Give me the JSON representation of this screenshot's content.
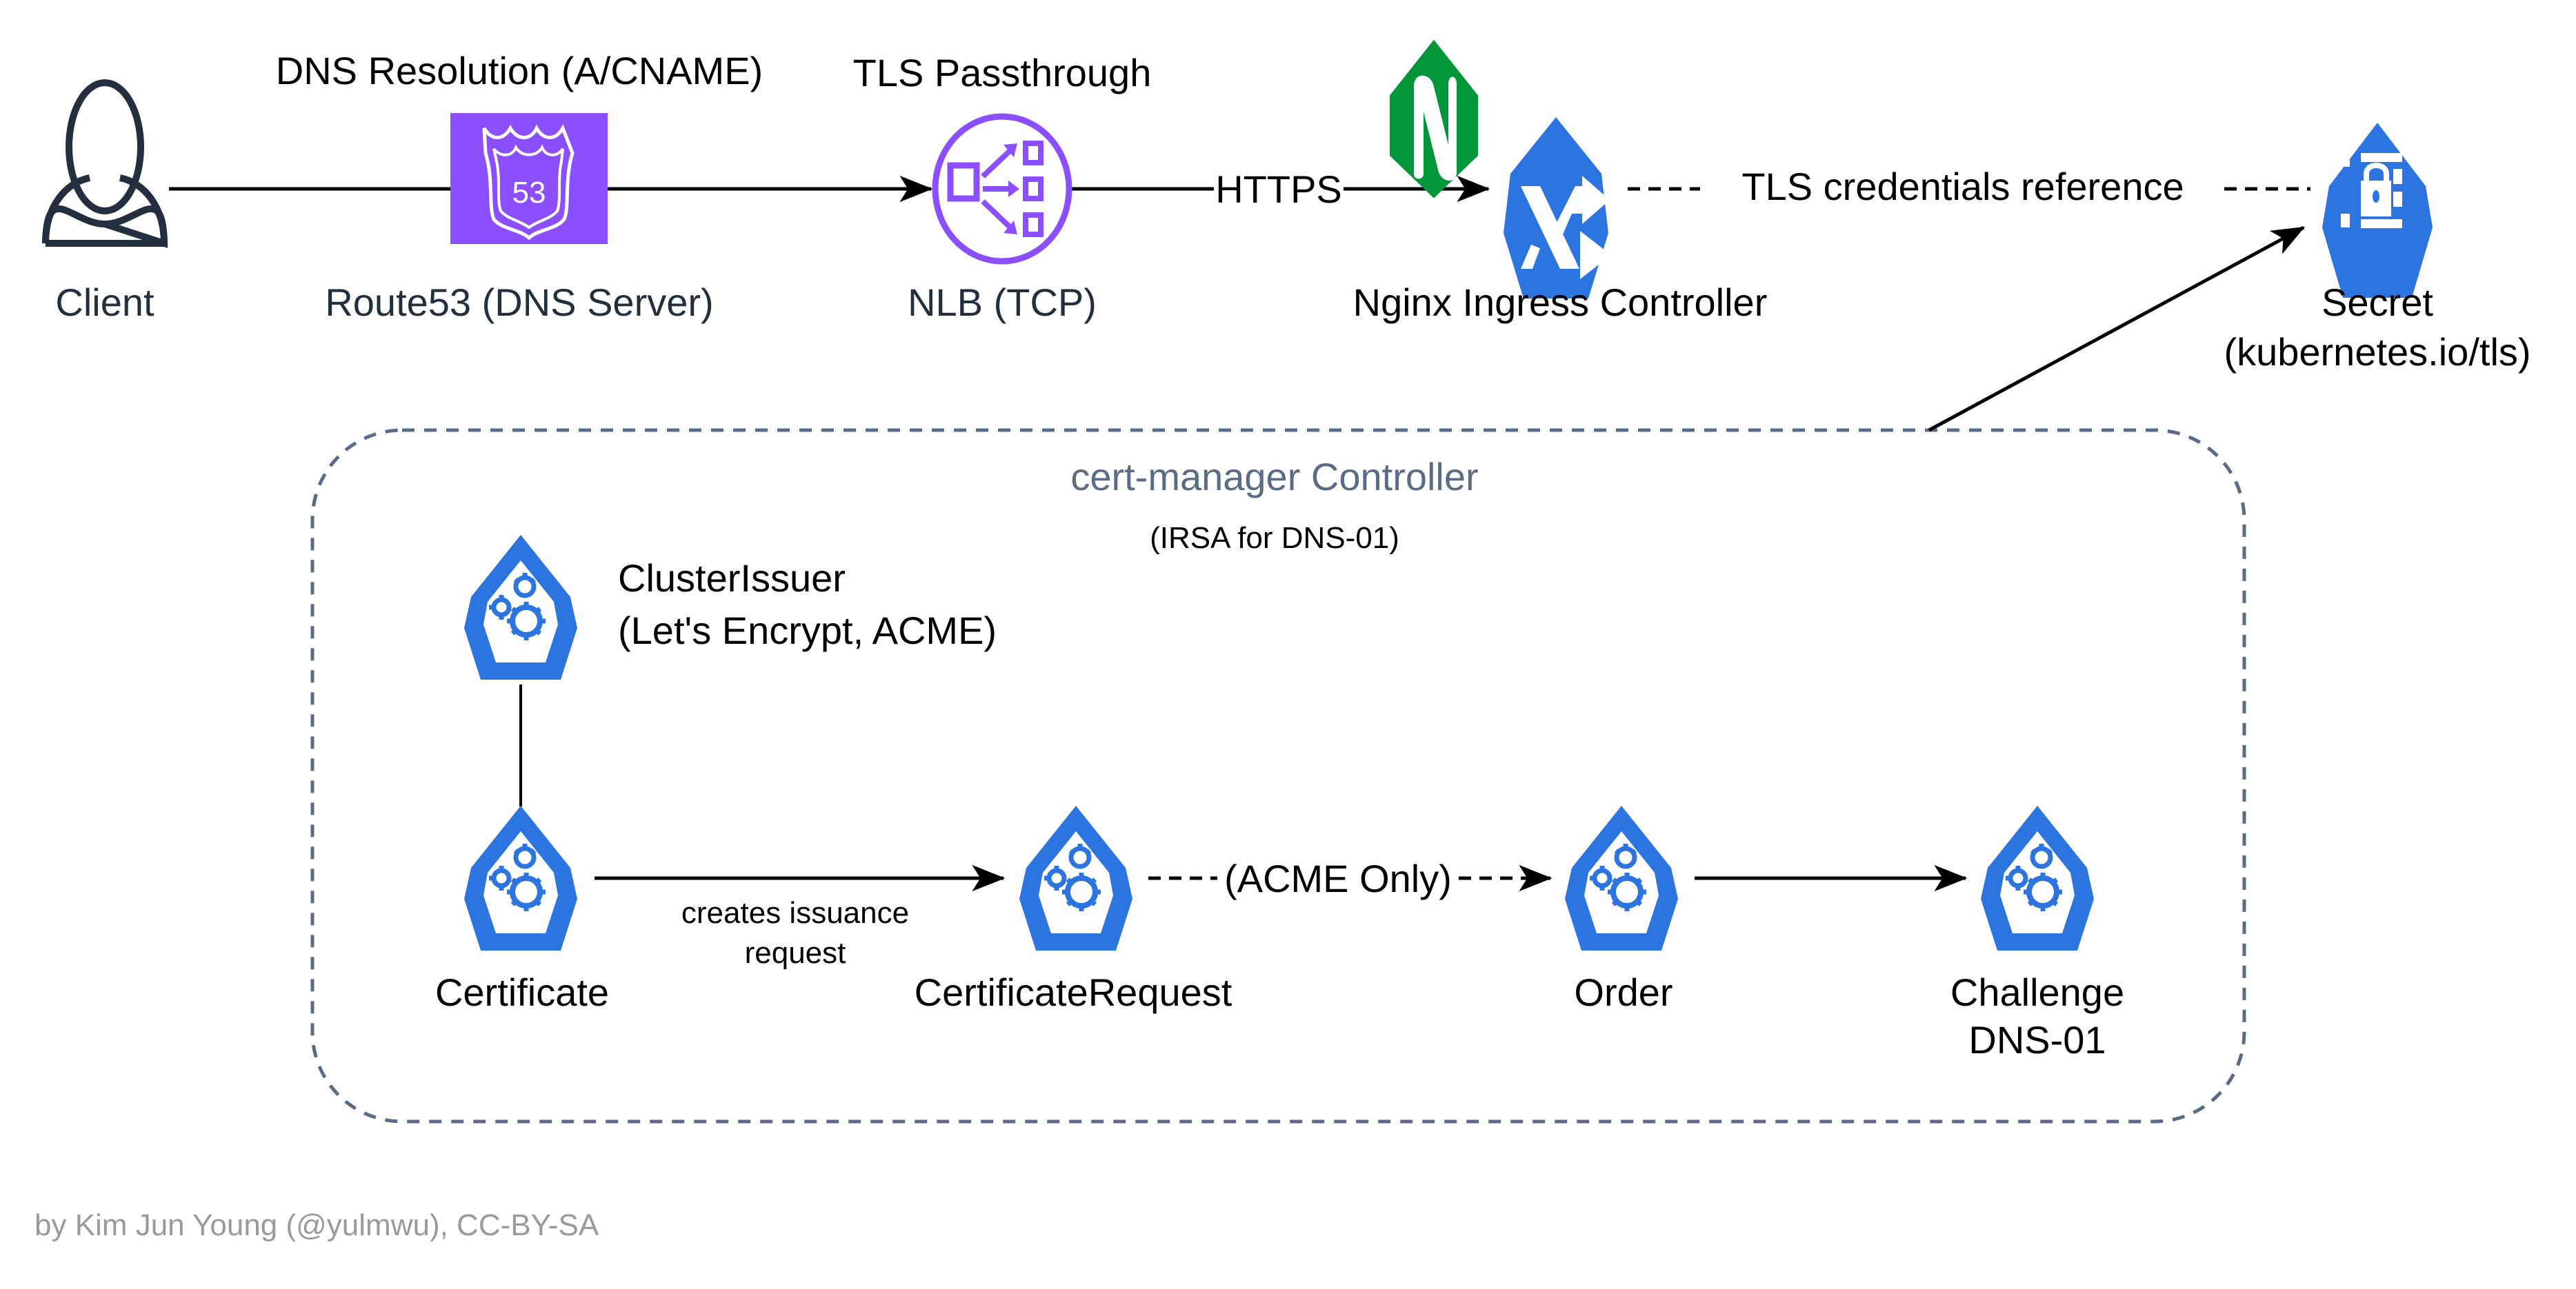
{
  "diagram": {
    "colors": {
      "aws_purple": "#8c4fff",
      "k8s_blue": "#2c74e0",
      "nginx_green": "#009639",
      "client_dark": "#232f3e",
      "group_border": "#5a6b86",
      "footer_gray": "#9a9a9a"
    },
    "nodes": {
      "client": {
        "label": "Client",
        "icon": "user-icon"
      },
      "route53": {
        "label": "Route53 (DNS Server)",
        "icon": "route53-shield-icon",
        "badge": "53",
        "top_label": "DNS Resolution (A/CNAME)"
      },
      "nlb": {
        "label": "NLB (TCP)",
        "icon": "load-balancer-icon",
        "top_label": "TLS Passthrough"
      },
      "nginx": {
        "label": "Nginx Ingress Controller",
        "icon": "ingress-icon",
        "brand_icon": "nginx-logo-icon",
        "brand_letter": "N"
      },
      "secret": {
        "label_line1": "Secret",
        "label_line2": "(kubernetes.io/tls)",
        "icon": "secret-lock-icon"
      },
      "cluster_issuer": {
        "label_line1": "ClusterIssuer",
        "label_line2": "(Let's Encrypt, ACME)",
        "icon": "crd-gears-icon"
      },
      "certificate": {
        "label": "Certificate",
        "icon": "crd-gears-icon"
      },
      "certificate_request": {
        "label": "CertificateRequest",
        "icon": "crd-gears-icon"
      },
      "order": {
        "label": "Order",
        "icon": "crd-gears-icon"
      },
      "challenge": {
        "label_line1": "Challenge",
        "label_line2": "DNS-01",
        "icon": "crd-gears-icon"
      }
    },
    "group": {
      "title": "cert-manager Controller",
      "subtitle": "(IRSA for DNS-01)"
    },
    "edges": {
      "nlb_to_ingress": "HTTPS",
      "ingress_to_secret": "TLS credentials reference",
      "certificate_to_request_line1": "creates issuance",
      "certificate_to_request_line2": "request",
      "request_to_order": "(ACME Only)"
    },
    "footer": "by Kim Jun Young (@yulmwu), CC-BY-SA"
  }
}
